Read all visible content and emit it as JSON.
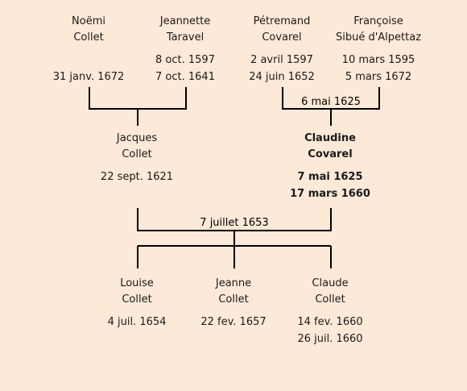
{
  "persons": {
    "noemi": {
      "first": "Noëmi",
      "last": "Collet",
      "birth": "",
      "death": "31 janv. 1672"
    },
    "jeannette": {
      "first": "Jeannette",
      "last": "Taravel",
      "birth": "8 oct. 1597",
      "death": "7 oct. 1641"
    },
    "petremand": {
      "first": "Pétremand",
      "last": "Covarel",
      "birth": "2 avril 1597",
      "death": "24 juin 1652"
    },
    "francoise": {
      "first": "Françoise",
      "last": "Sibué d'Alpettaz",
      "birth": "10 mars 1595",
      "death": "5 mars 1672"
    },
    "jacques": {
      "first": "Jacques",
      "last": "Collet",
      "birth": "22 sept. 1621",
      "death": ""
    },
    "claudine": {
      "first": "Claudine",
      "last": "Covarel",
      "birth": "7 mai 1625",
      "death": "17 mars 1660"
    },
    "louise": {
      "first": "Louise",
      "last": "Collet",
      "birth": "4 juil. 1654",
      "death": ""
    },
    "jeanne": {
      "first": "Jeanne",
      "last": "Collet",
      "birth": "22 fev. 1657",
      "death": ""
    },
    "claude": {
      "first": "Claude",
      "last": "Collet",
      "birth": "14 fev. 1660",
      "death": "26 juil. 1660"
    }
  },
  "marriages": {
    "covarel_sibue": "6 mai 1625",
    "collet_covarel": "7 juillet 1653"
  },
  "colors": {
    "background": "#fde9d7",
    "line": "#000000"
  }
}
